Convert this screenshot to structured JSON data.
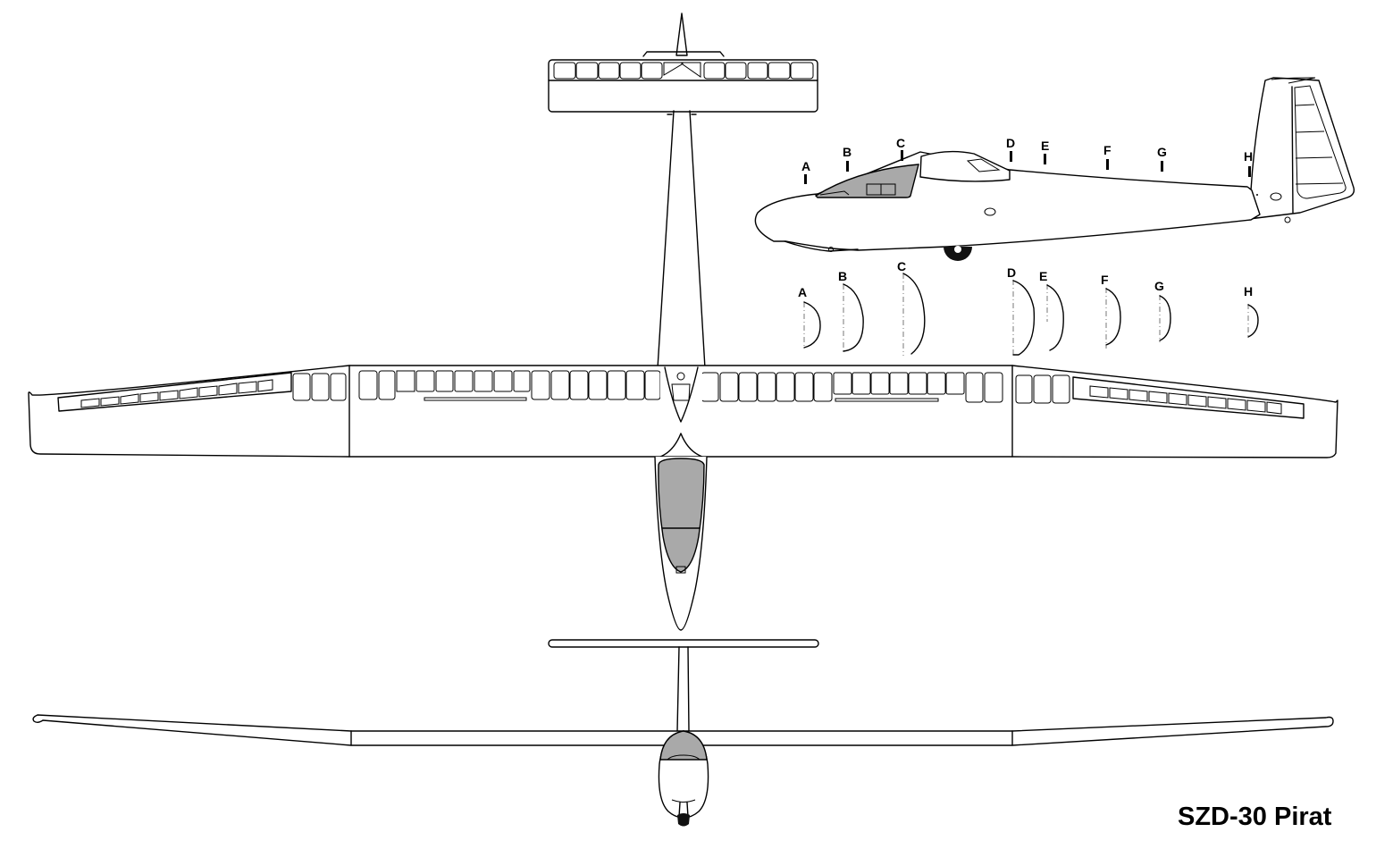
{
  "title": "SZD-30 Pirat",
  "views": [
    "top-view",
    "side-view",
    "front-view",
    "cross-sections"
  ],
  "side_view": {
    "station_labels": [
      "A",
      "B",
      "C",
      "D",
      "E",
      "F",
      "G",
      "H"
    ]
  },
  "cross_sections": {
    "labels": [
      "A",
      "B",
      "C",
      "D",
      "E",
      "F",
      "G",
      "H"
    ]
  },
  "colors": {
    "line": "#000000",
    "canopy_glass": "#a9a9a9",
    "background": "#ffffff"
  }
}
